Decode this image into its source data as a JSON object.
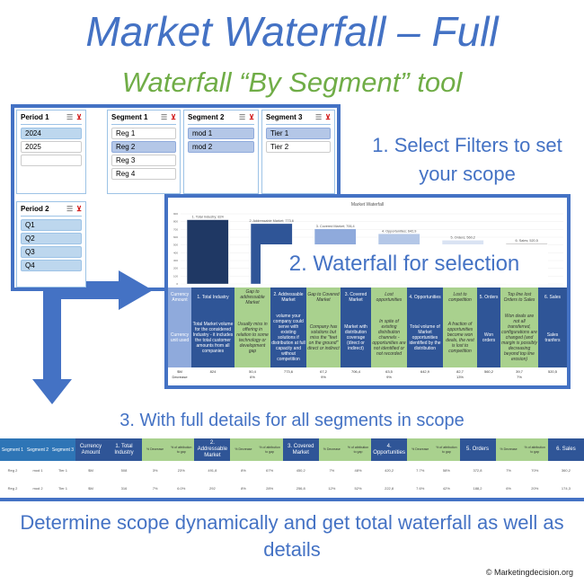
{
  "title": "Market Waterfall – Full",
  "subtitle": "Waterfall “By Segment” tool",
  "slicers": {
    "period1": {
      "title": "Period 1",
      "options": [
        "2024",
        "2025",
        ""
      ],
      "selected": [
        0
      ]
    },
    "period2": {
      "title": "Period 2",
      "options": [
        "Q1",
        "Q2",
        "Q3",
        "Q4"
      ],
      "selected": [
        0,
        1,
        2,
        3
      ]
    },
    "segment1": {
      "title": "Segment 1",
      "options": [
        "Reg 1",
        "Reg 2",
        "Reg 3",
        "Reg 4"
      ],
      "selected": [
        1
      ]
    },
    "segment2": {
      "title": "Segment 2",
      "options": [
        "mod 1",
        "mod 2"
      ],
      "selected": [
        0,
        1
      ]
    },
    "segment3": {
      "title": "Segment 3",
      "options": [
        "Tier 1",
        "Tier 2"
      ],
      "selected": [
        0
      ]
    }
  },
  "step1": "1. Select Filters to set your scope",
  "step2": "2. Waterfall for selection",
  "step3": "3. With full details for all  segments in scope",
  "bottom_text": "Determine scope dynamically and get total waterfall as well as details",
  "copyright": "© Marketingdecision.org",
  "chart_data": {
    "type": "bar",
    "title": "Market Waterfall",
    "categories": [
      "1. Total Industry",
      "2. Addressable Market",
      "3. Covered Market",
      "4. Opportunities",
      "5. Orders",
      "6. Sales"
    ],
    "values": [
      824,
      773.6,
      706.4,
      642.9,
      560.2,
      520.5
    ],
    "labels": [
      "1. Total Industry; 824",
      "2. Addressable Market; 773,6",
      "3. Covered Market; 706,4",
      "4. Opportunities; 642,9",
      "5. Orders; 560,2",
      "6. Sales; 520,5"
    ],
    "colors": [
      "#1f3864",
      "#2f5597",
      "#8faadc",
      "#b4c7e7",
      "#dae3f3",
      "#d0cece"
    ],
    "ylim": [
      0,
      900
    ],
    "yticks": [
      0,
      100,
      200,
      300,
      400,
      500,
      600,
      700,
      800,
      900
    ]
  },
  "wf_table": {
    "columns": [
      {
        "type": "lt",
        "header": "Currency Amount",
        "desc": "Currency unit used",
        "value": "$M",
        "pct": "Decrease"
      },
      {
        "type": "dk",
        "header": "1. Total Industry",
        "desc": "Total Market volume for the considered Industry - it includes the total customer amounts from all companies",
        "value": "824",
        "pct": ""
      },
      {
        "type": "gr",
        "header": "Gap to addressable Market",
        "desc": "Usually miss in offering in relation to some technology or development gap",
        "value": "50,4",
        "pct": "6%"
      },
      {
        "type": "dk",
        "header": "2. Addressable Market",
        "desc": "volume your company could serve with existing solutions if distribution at full capacity and without competition",
        "value": "773,6",
        "pct": ""
      },
      {
        "type": "gr",
        "header": "Gap to Covered Market",
        "desc": "Company has solutions but miss the \"feet on the ground\" direct or indirect",
        "value": "67,2",
        "pct": "9%"
      },
      {
        "type": "dk",
        "header": "3. Covered Market",
        "desc": "Market with distribution coverage (direct or indirect)",
        "value": "706,4",
        "pct": ""
      },
      {
        "type": "gr",
        "header": "Lost opportunities",
        "desc": "In spite of existing distribution channels - opportunities are not identified or not recorded",
        "value": "63,5",
        "pct": "9%"
      },
      {
        "type": "dk",
        "header": "4. Opportunities",
        "desc": "Total volume of Market opportunities identified by the distribution",
        "value": "642,9",
        "pct": ""
      },
      {
        "type": "gr",
        "header": "Lost to competition",
        "desc": "A fraction of opportunities become won deals, the rest is lost to competition",
        "value": "82,7",
        "pct": "13%"
      },
      {
        "type": "dk",
        "header": "5. Orders",
        "desc": "Won orders",
        "value": "560,2",
        "pct": ""
      },
      {
        "type": "gr",
        "header": "Top line lost Orders to Sales",
        "desc": "Won deals are not all transferred, configurations are changed (and margin is possibly decreasing beyond top line erosion)",
        "value": "39,7",
        "pct": "7%"
      },
      {
        "type": "dk",
        "header": "6. Sales",
        "desc": "Sales tranfers",
        "value": "520,5",
        "pct": ""
      }
    ]
  },
  "detail_table": {
    "headers": [
      "Segment 1",
      "Segment 2",
      "Segment 3",
      "Currency Amount",
      "1. Total Industry",
      "% Decrease",
      "% of attribution to gap",
      "2. Addressable Market",
      "% Decrease",
      "% of attribution to gap",
      "3. Covered Market",
      "% Decrease",
      "% of attribution to gap",
      "4. Opportunities",
      "% Decrease",
      "% of attribution to gap",
      "5. Orders",
      "% Decrease",
      "% of attribution to gap",
      "6. Sales"
    ],
    "rows": [
      [
        "Reg 2",
        "mod 1",
        "Tier 1",
        "$M",
        "508",
        "3%",
        "23%",
        "491,8",
        "8%",
        "67%",
        "450,2",
        "7%",
        "48%",
        "420,2",
        "7.7%",
        "58%",
        "372,8",
        "7%",
        "70%",
        "360,2"
      ],
      [
        "Reg 2",
        "mod 2",
        "Tier 1",
        "$M",
        "316",
        "7%",
        "6.0%",
        "292",
        "8%",
        "28%",
        "256,8",
        "12%",
        "52%",
        "222,8",
        "7.6%",
        "42%",
        "188,2",
        "6%",
        "20%",
        "174,3"
      ]
    ]
  }
}
